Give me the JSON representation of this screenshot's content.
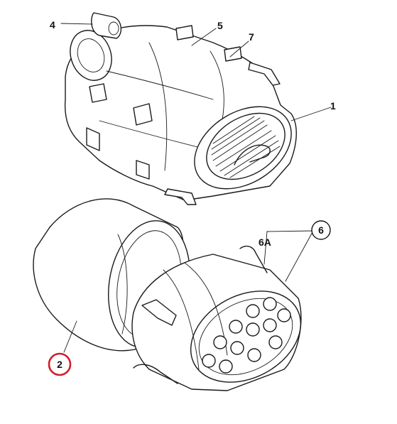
{
  "callouts": {
    "c1": "1",
    "c2": "2",
    "c4": "4",
    "c5": "5",
    "c6": "6",
    "c6a": "6A",
    "c7": "7"
  },
  "highlight_color": "#d0202a"
}
